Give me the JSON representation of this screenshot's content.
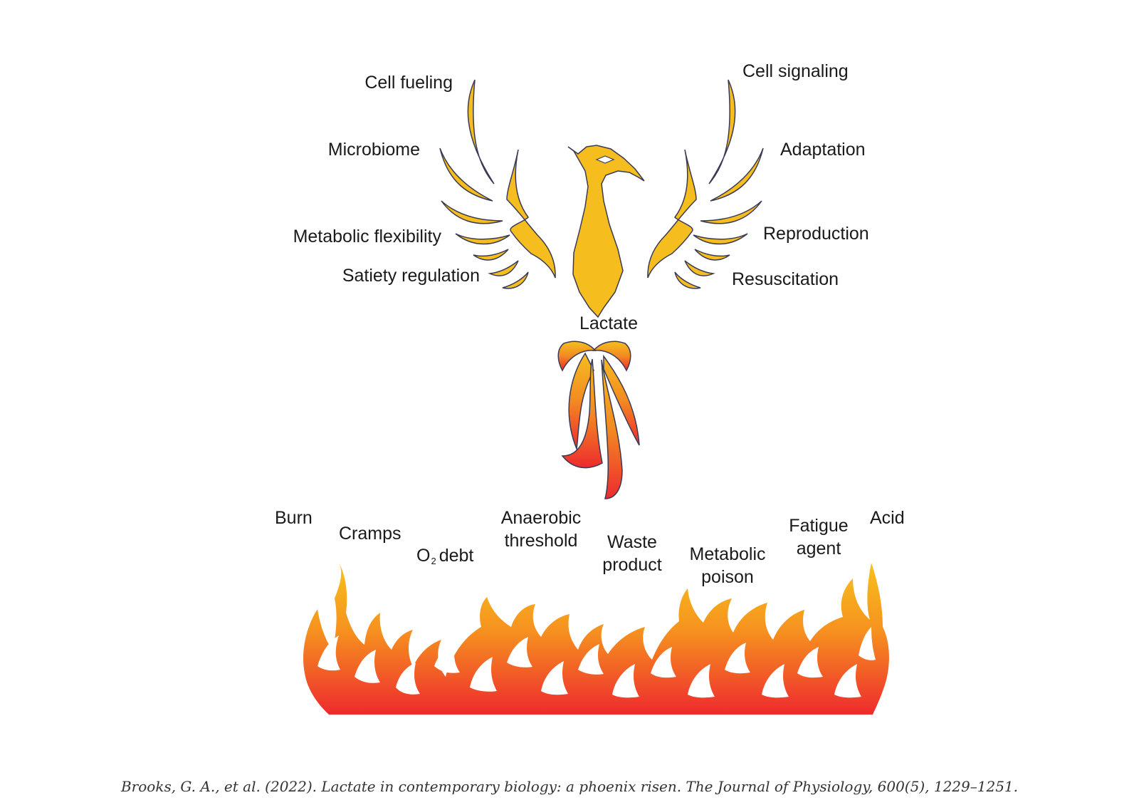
{
  "phoenix": {
    "center_label": "Lactate",
    "left_labels": [
      "Cell fueling",
      "Microbiome",
      "Metabolic flexibility",
      "Satiety regulation"
    ],
    "right_labels": [
      "Cell signaling",
      "Adaptation",
      "Reproduction",
      "Resuscitation"
    ]
  },
  "flames": {
    "labels": [
      {
        "line1": "Burn",
        "line2": ""
      },
      {
        "line1": "Cramps",
        "line2": ""
      },
      {
        "line1": "O",
        "sub": "2",
        "line1b": "debt",
        "line2": ""
      },
      {
        "line1": "Anaerobic",
        "line2": "threshold"
      },
      {
        "line1": "Waste",
        "line2": "product"
      },
      {
        "line1": "Metabolic",
        "line2": "poison"
      },
      {
        "line1": "Fatigue",
        "line2": "agent"
      },
      {
        "line1": "Acid",
        "line2": ""
      }
    ]
  },
  "citation": "Brooks, G. A., et al. (2022). Lactate in contemporary biology: a phoenix risen. The Journal of Physiology, 600(5), 1229–1251.",
  "colors": {
    "phoenix_fill": "#F5BE1E",
    "outline": "#3a3a55",
    "flame_top": "#F7B91C",
    "flame_bottom": "#EE2A2E"
  }
}
